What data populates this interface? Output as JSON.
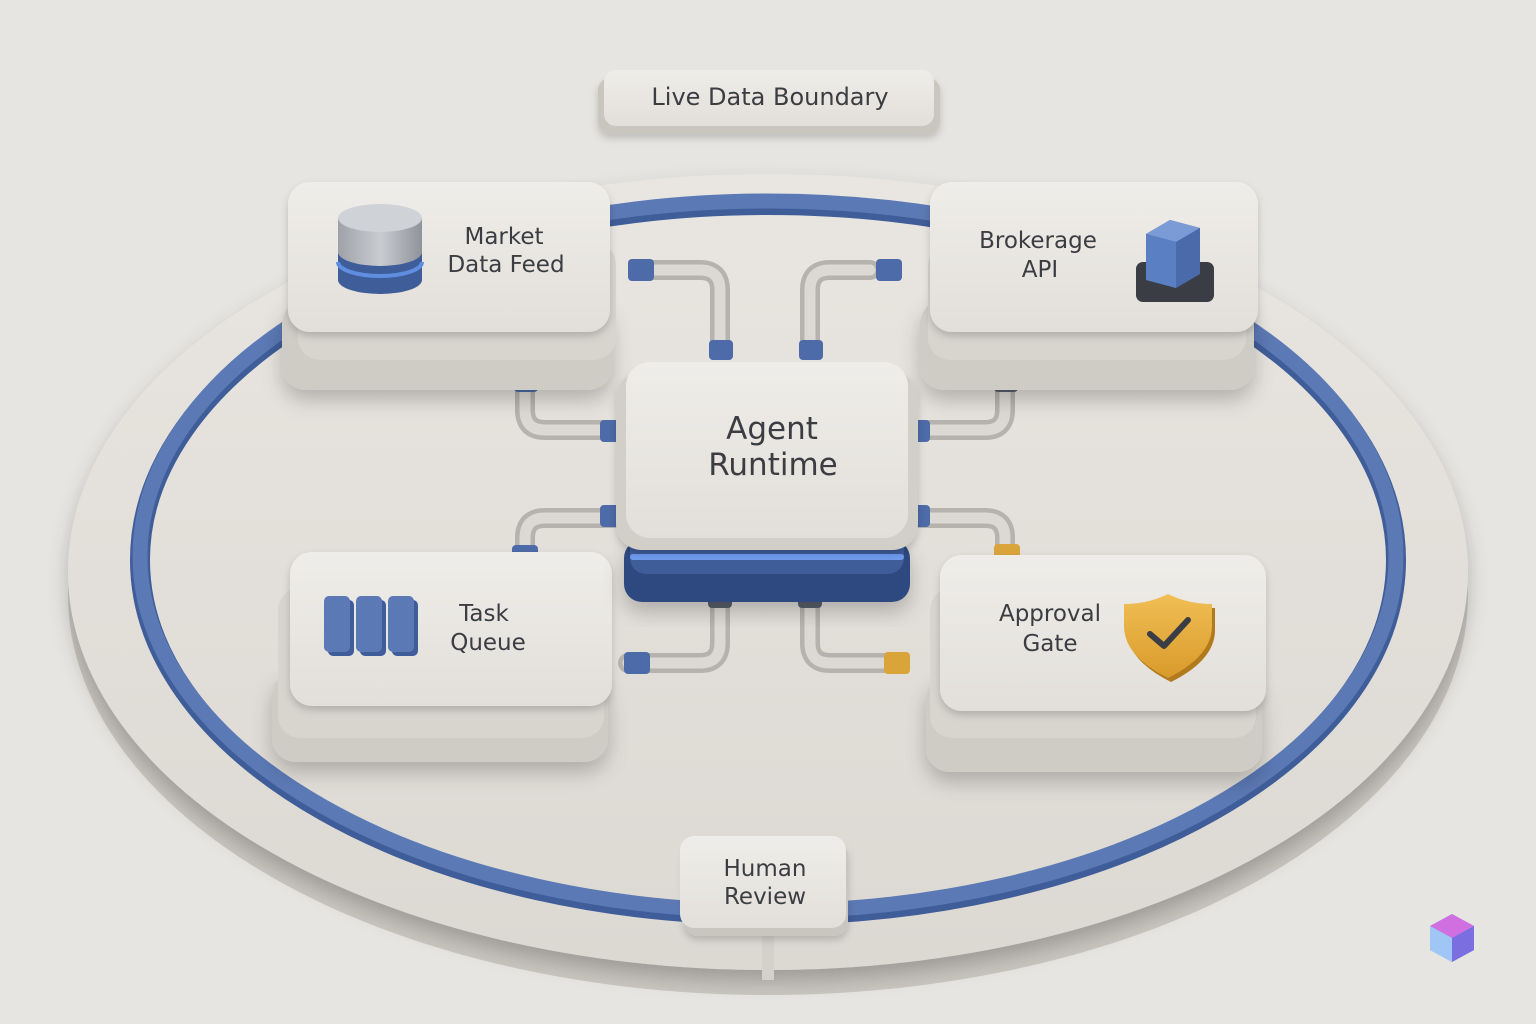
{
  "diagram": {
    "boundary_label": "Live Data Boundary",
    "review_label": [
      "Human",
      "Review"
    ],
    "center": {
      "label": [
        "Agent",
        "Runtime"
      ]
    },
    "nodes": {
      "market_data_feed": {
        "label": [
          "Market",
          "Data Feed"
        ],
        "icon": "database-icon"
      },
      "brokerage_api": {
        "label": [
          "Brokerage",
          "API"
        ],
        "icon": "cube-icon"
      },
      "task_queue": {
        "label": [
          "Task",
          "Queue"
        ],
        "icon": "queue-blocks-icon"
      },
      "approval_gate": {
        "label": [
          "Approval",
          "Gate"
        ],
        "icon": "shield-check-icon"
      }
    },
    "connections": [
      {
        "from": "market_data_feed",
        "to": "center"
      },
      {
        "from": "brokerage_api",
        "to": "center"
      },
      {
        "from": "task_queue",
        "to": "center"
      },
      {
        "from": "approval_gate",
        "to": "center"
      }
    ]
  },
  "colors": {
    "ring": "#5b79b5",
    "ring_dark": "#3f5d99",
    "connector": "#4d6ba8",
    "approval_connector": "#d9a43a",
    "stone": "#e7e4df",
    "stone_dark": "#cfccc6",
    "text": "#3b3d42"
  }
}
